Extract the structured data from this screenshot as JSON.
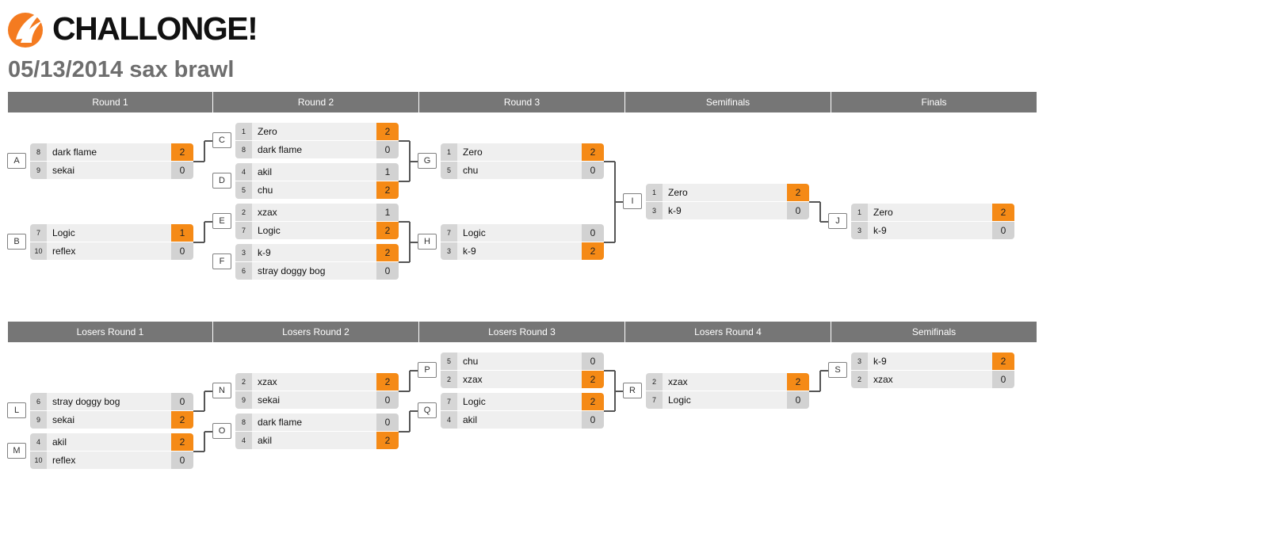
{
  "logo": {
    "text": "CHALLONGE!"
  },
  "title": "05/13/2014 sax brawl",
  "winners_rounds": [
    "Round 1",
    "Round 2",
    "Round 3",
    "Semifinals",
    "Finals"
  ],
  "losers_rounds": [
    "Losers Round 1",
    "Losers Round 2",
    "Losers Round 3",
    "Losers Round 4",
    "Semifinals"
  ],
  "matches": [
    {
      "id": "A",
      "p1": {
        "seed": "8",
        "name": "dark flame",
        "score": "2",
        "win": true
      },
      "p2": {
        "seed": "9",
        "name": "sekai",
        "score": "0",
        "win": false
      }
    },
    {
      "id": "B",
      "p1": {
        "seed": "7",
        "name": "Logic",
        "score": "1",
        "win": true
      },
      "p2": {
        "seed": "10",
        "name": "reflex",
        "score": "0",
        "win": false
      }
    },
    {
      "id": "C",
      "p1": {
        "seed": "1",
        "name": "Zero",
        "score": "2",
        "win": true
      },
      "p2": {
        "seed": "8",
        "name": "dark flame",
        "score": "0",
        "win": false
      }
    },
    {
      "id": "D",
      "p1": {
        "seed": "4",
        "name": "akil",
        "score": "1",
        "win": false
      },
      "p2": {
        "seed": "5",
        "name": "chu",
        "score": "2",
        "win": true
      }
    },
    {
      "id": "E",
      "p1": {
        "seed": "2",
        "name": "xzax",
        "score": "1",
        "win": false
      },
      "p2": {
        "seed": "7",
        "name": "Logic",
        "score": "2",
        "win": true
      }
    },
    {
      "id": "F",
      "p1": {
        "seed": "3",
        "name": "k-9",
        "score": "2",
        "win": true
      },
      "p2": {
        "seed": "6",
        "name": "stray doggy bog",
        "score": "0",
        "win": false
      }
    },
    {
      "id": "G",
      "p1": {
        "seed": "1",
        "name": "Zero",
        "score": "2",
        "win": true
      },
      "p2": {
        "seed": "5",
        "name": "chu",
        "score": "0",
        "win": false
      }
    },
    {
      "id": "H",
      "p1": {
        "seed": "7",
        "name": "Logic",
        "score": "0",
        "win": false
      },
      "p2": {
        "seed": "3",
        "name": "k-9",
        "score": "2",
        "win": true
      }
    },
    {
      "id": "I",
      "p1": {
        "seed": "1",
        "name": "Zero",
        "score": "2",
        "win": true
      },
      "p2": {
        "seed": "3",
        "name": "k-9",
        "score": "0",
        "win": false
      }
    },
    {
      "id": "J",
      "p1": {
        "seed": "1",
        "name": "Zero",
        "score": "2",
        "win": true
      },
      "p2": {
        "seed": "3",
        "name": "k-9",
        "score": "0",
        "win": false
      }
    },
    {
      "id": "L",
      "p1": {
        "seed": "6",
        "name": "stray doggy bog",
        "score": "0",
        "win": false
      },
      "p2": {
        "seed": "9",
        "name": "sekai",
        "score": "2",
        "win": true
      }
    },
    {
      "id": "M",
      "p1": {
        "seed": "4",
        "name": "akil",
        "score": "2",
        "win": true
      },
      "p2": {
        "seed": "10",
        "name": "reflex",
        "score": "0",
        "win": false
      }
    },
    {
      "id": "N",
      "p1": {
        "seed": "2",
        "name": "xzax",
        "score": "2",
        "win": true
      },
      "p2": {
        "seed": "9",
        "name": "sekai",
        "score": "0",
        "win": false
      }
    },
    {
      "id": "O",
      "p1": {
        "seed": "8",
        "name": "dark flame",
        "score": "0",
        "win": false
      },
      "p2": {
        "seed": "4",
        "name": "akil",
        "score": "2",
        "win": true
      }
    },
    {
      "id": "P",
      "p1": {
        "seed": "5",
        "name": "chu",
        "score": "0",
        "win": false
      },
      "p2": {
        "seed": "2",
        "name": "xzax",
        "score": "2",
        "win": true
      }
    },
    {
      "id": "Q",
      "p1": {
        "seed": "7",
        "name": "Logic",
        "score": "2",
        "win": true
      },
      "p2": {
        "seed": "4",
        "name": "akil",
        "score": "0",
        "win": false
      }
    },
    {
      "id": "R",
      "p1": {
        "seed": "2",
        "name": "xzax",
        "score": "2",
        "win": true
      },
      "p2": {
        "seed": "7",
        "name": "Logic",
        "score": "0",
        "win": false
      }
    },
    {
      "id": "S",
      "p1": {
        "seed": "3",
        "name": "k-9",
        "score": "2",
        "win": true
      },
      "p2": {
        "seed": "2",
        "name": "xzax",
        "score": "0",
        "win": false
      }
    }
  ],
  "colors": {
    "header_bg": "#767676",
    "win_score": "#f58a16",
    "logo_orange": "#f47b20"
  }
}
